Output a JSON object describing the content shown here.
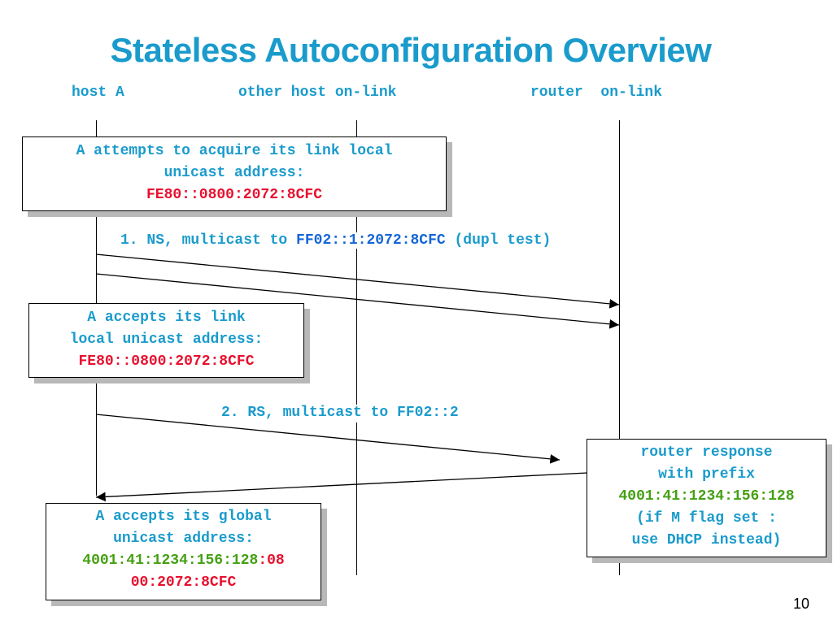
{
  "title": "Stateless Autoconfiguration Overview",
  "columns": {
    "host_a": "host A",
    "other_host": "other host on-link",
    "router": "router  on-link"
  },
  "box1": {
    "line1": "A attempts to acquire its link local",
    "line2": "unicast address:",
    "addr": "FE80::0800:2072:8CFC"
  },
  "msg1": {
    "prefix": "1. NS, multicast to ",
    "addr": "FF02::1:2072:8CFC",
    "suffix": " (dupl test)"
  },
  "box2": {
    "line1": "A accepts its link",
    "line2": "local unicast address:",
    "addr": "FE80::0800:2072:8CFC"
  },
  "msg2": {
    "label": "2. RS, multicast to FF02::2"
  },
  "box3": {
    "line1": "router response",
    "line2": "with prefix",
    "prefix": "4001:41:1234:156:128",
    "line4": "(if  M flag set :",
    "line5": "use DHCP instead)"
  },
  "box4": {
    "line1": "A accepts its global",
    "line2": "unicast address:",
    "addr_green": "4001:41:1234:156:128",
    "addr_red1": ":08",
    "addr_red2": "00:2072:8CFC"
  },
  "slide_number": "10",
  "colors": {
    "title": "#1a9bcc",
    "address_red": "#e8102e",
    "prefix_green": "#44a012",
    "multicast_blue": "#1565d8"
  }
}
